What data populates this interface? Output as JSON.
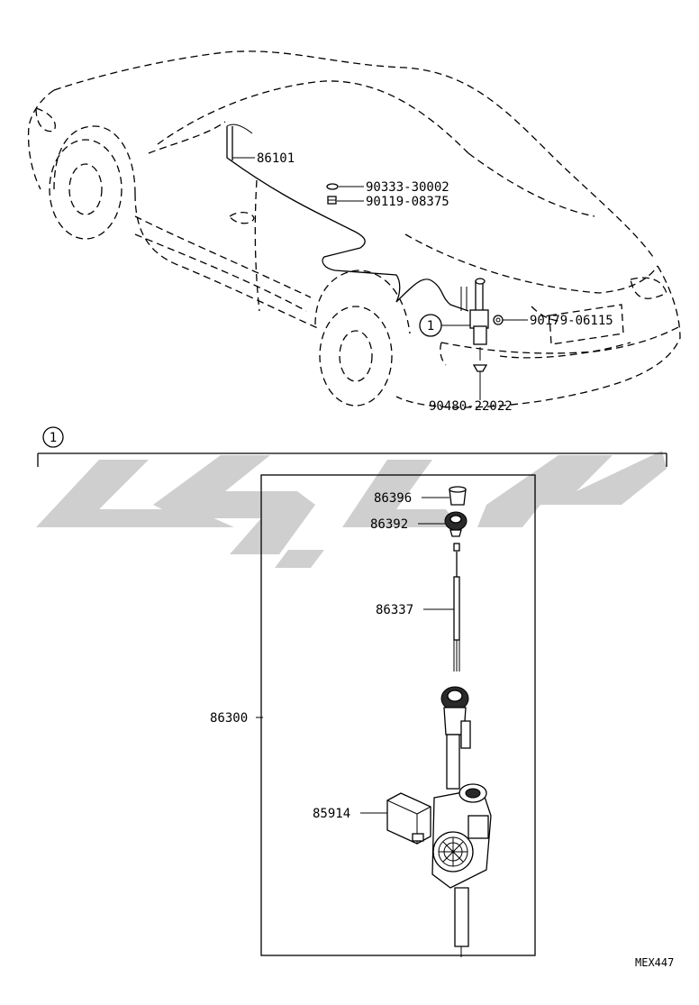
{
  "colors": {
    "line": "#000000",
    "background": "#ffffff",
    "watermark": "#cfcfcf"
  },
  "callout_marker": "1",
  "section_marker": "1",
  "parts": {
    "p86101": "86101",
    "p90333": "90333-30002",
    "p90119": "90119-08375",
    "p90179": "90179-06115",
    "p90480": "90480-22022",
    "p86396": "86396",
    "p86392": "86392",
    "p86337": "86337",
    "p86300": "86300",
    "p85914": "85914"
  },
  "drawing_code": "MEX447"
}
